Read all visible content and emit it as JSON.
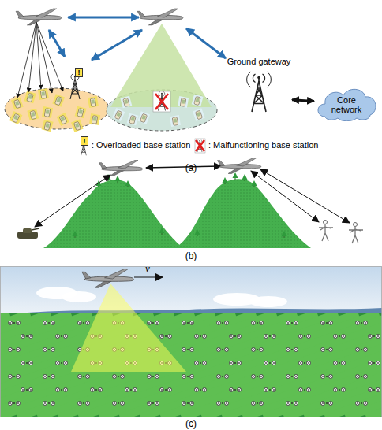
{
  "diagram": {
    "nodes": [
      {
        "text": [
          "Ground gateway"
        ]
      },
      {
        "text": [
          "Core network"
        ]
      }
    ],
    "edges": [
      {
        "from": 0,
        "to": 1,
        "arrow": "both"
      }
    ],
    "labels": [
      "!",
      "!",
      "(a)",
      "(b)",
      "(c)",
      "v"
    ],
    "legend": [
      {
        "text": ": Overloaded base station"
      },
      {
        "text": ": Malfunctioning base station"
      }
    ]
  }
}
